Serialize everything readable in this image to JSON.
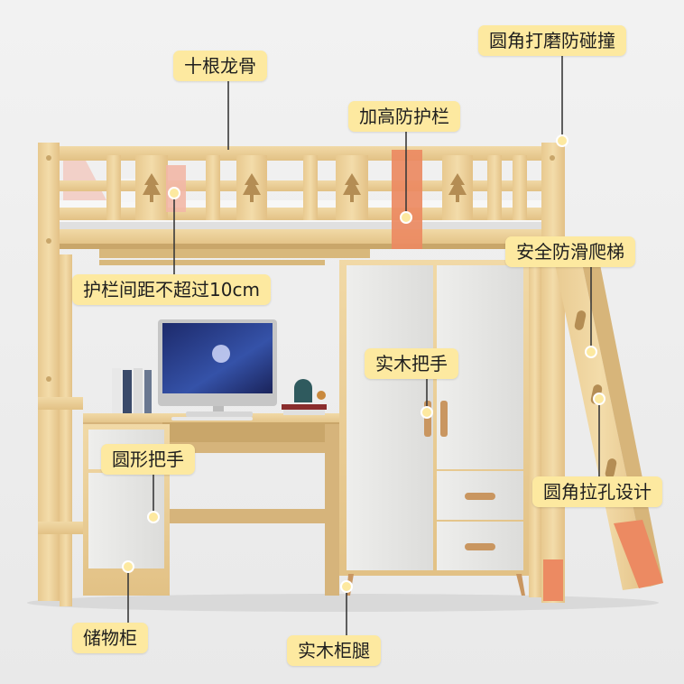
{
  "callouts": {
    "ten_keels": "十根龙骨",
    "rounded_corner_polish": "圆角打磨防碰撞",
    "raised_guardrail": "加高防护栏",
    "antislip_ladder": "安全防滑爬梯",
    "guardrail_spacing": "护栏间距不超过10cm",
    "solid_wood_handle": "实木把手",
    "round_handle": "圆形把手",
    "rounded_hole_design": "圆角拉孔设计",
    "storage_cabinet": "储物柜",
    "solid_wood_legs": "实木柜腿"
  },
  "colors": {
    "callout_background": "#fde9a0",
    "marker_dot": "#fde9a0",
    "pine_wood": "#eccf98",
    "highlight_orange": "#ec8a62",
    "cabinet_white": "#e6e6e4",
    "background": "#efefef"
  }
}
